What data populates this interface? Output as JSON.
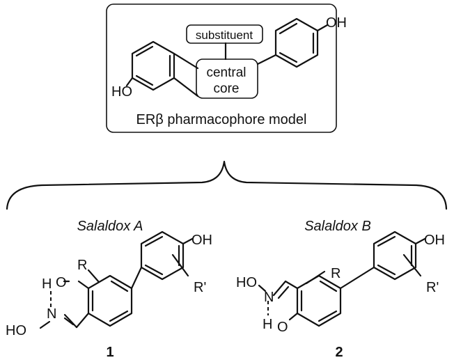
{
  "model": {
    "substituent_label": "substituent",
    "core_label_line1": "central",
    "core_label_line2": "core",
    "oh_top": "OH",
    "ho_left": "HO",
    "caption": "ERβ pharmacophore model"
  },
  "compound_a": {
    "name": "Salaldox A",
    "number": "1",
    "r_label": "R",
    "r_prime_label": "R'",
    "oh_label": "OH",
    "h_label": "H",
    "o_label": "O",
    "n_label": "N",
    "ho_label": "HO"
  },
  "compound_b": {
    "name": "Salaldox B",
    "number": "2",
    "r_label": "R",
    "r_prime_label": "R'",
    "oh_label": "OH",
    "ho_label": "HO",
    "n_label": "N",
    "h_label": "H",
    "o_label": "O"
  }
}
